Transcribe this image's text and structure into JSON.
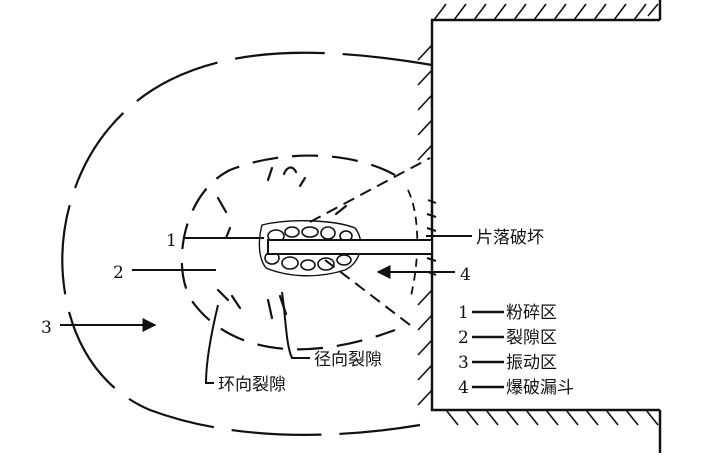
{
  "labels": {
    "n1": "1",
    "n2": "2",
    "n3": "3",
    "n4": "4",
    "spalling": "片落破坏",
    "radial_crack": "径向裂隙",
    "ring_crack": "环向裂隙"
  },
  "legend": [
    {
      "num": "1",
      "text": "粉碎区"
    },
    {
      "num": "2",
      "text": "裂隙区"
    },
    {
      "num": "3",
      "text": "振动区"
    },
    {
      "num": "4",
      "text": "爆破漏斗"
    }
  ]
}
